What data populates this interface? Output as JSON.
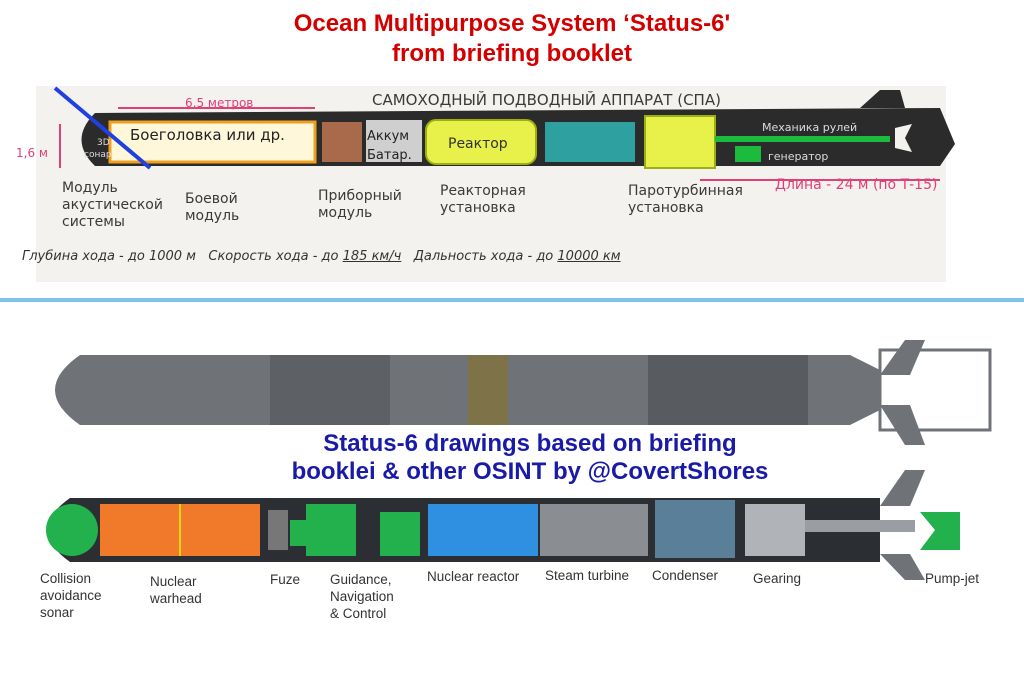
{
  "top": {
    "title_line1": "Ocean Multipurpose System ‘Status-6'",
    "title_line2": "from briefing booklet",
    "header_ru": "САМОХОДНЫЙ ПОДВОДНЫЙ АППАРАТ (СПА)",
    "width_label": "6,5 метров",
    "diameter_label": "1,6 м",
    "sonar_label_1": "3D",
    "sonar_label_2": "сонар",
    "warhead_box_label": "Боеголовка или др.",
    "battery_label_1": "Аккум",
    "battery_label_2": "Батар.",
    "reactor_box_label": "Реактор",
    "rudder_label": "Механика рулей",
    "generator_label": "генератор",
    "length_label": "Длина - 24 м (по Т-15)",
    "modules": [
      {
        "line1": "Модуль",
        "line2": "акустической",
        "line3": "системы"
      },
      {
        "line1": "Боевой",
        "line2": "модуль",
        "line3": ""
      },
      {
        "line1": "Приборный",
        "line2": "модуль",
        "line3": ""
      },
      {
        "line1": "Реакторная",
        "line2": "установка",
        "line3": ""
      },
      {
        "line1": "Паротурбинная",
        "line2": "установка",
        "line3": ""
      }
    ],
    "stats_depth": "Глубина хода - до 1000 м",
    "stats_speed_prefix": "Скорость хода - до",
    "stats_speed_value": "185 км/ч",
    "stats_range_prefix": "Дальность хода - до",
    "stats_range_value": "10000 км"
  },
  "bottom": {
    "title_line1": "Status-6 drawings based on briefing",
    "title_line2": "booklei & other OSINT by @CovertShores",
    "labels": [
      {
        "line1": "Collision",
        "line2": "avoidance",
        "line3": "sonar"
      },
      {
        "line1": "Nuclear",
        "line2": "warhead",
        "line3": ""
      },
      {
        "line1": "Fuze",
        "line2": "",
        "line3": ""
      },
      {
        "line1": "Guidance,",
        "line2": "Navigation",
        "line3": "& Control"
      },
      {
        "line1": "Nuclear reactor",
        "line2": "",
        "line3": ""
      },
      {
        "line1": "Steam turbine",
        "line2": "",
        "line3": ""
      },
      {
        "line1": "Condenser",
        "line2": "",
        "line3": ""
      },
      {
        "line1": "Gearing",
        "line2": "",
        "line3": ""
      },
      {
        "line1": "Pump-jet",
        "line2": "",
        "line3": ""
      }
    ]
  },
  "colors": {
    "title_red": "#d40000",
    "title_blue": "#1a1aa8",
    "divider": "#7cc3e8",
    "warhead": "#f07a2a",
    "reactor": "#2f8fe0",
    "green": "#22b14c",
    "condenser": "#5a7f99",
    "hull": "#6f7378"
  }
}
